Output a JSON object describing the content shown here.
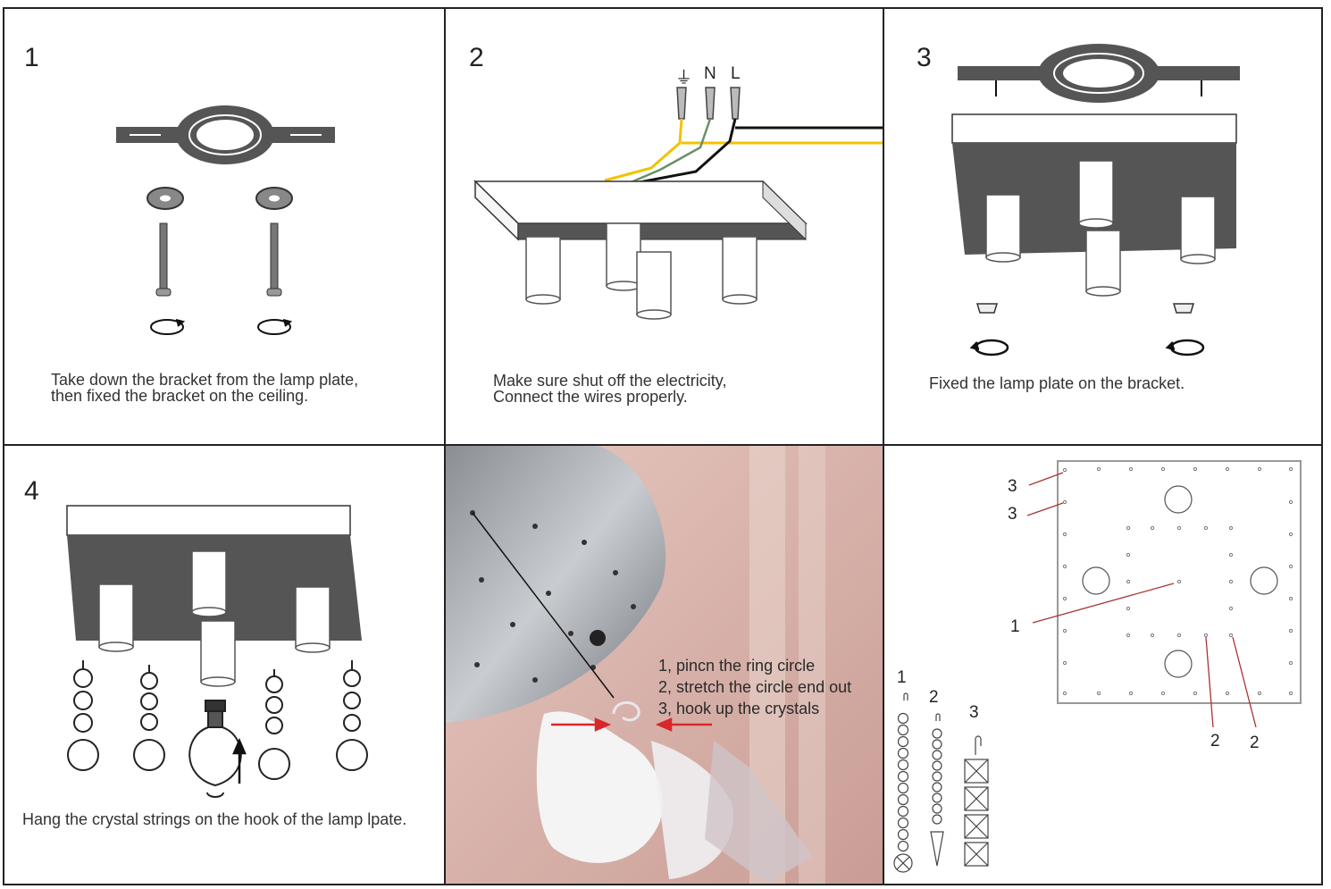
{
  "panels": {
    "p1": {
      "step": "1",
      "caption": "Take down the bracket from the lamp plate,\nthen fixed the bracket on the ceiling."
    },
    "p2": {
      "step": "2",
      "caption": "Make sure shut off the electricity,\nConnect the wires properly.",
      "wire_labels": {
        "ground": "⏚",
        "neutral": "N",
        "live": "L"
      }
    },
    "p3": {
      "step": "3",
      "caption": "Fixed the lamp plate on the bracket."
    },
    "p4": {
      "step": "4",
      "caption": "Hang the crystal strings on the hook of the lamp lpate."
    },
    "p5": {
      "instructions": "1, pincn the ring circle\n2, stretch the circle end out\n3, hook up the crystals"
    },
    "p6": {
      "plate_labels": {
        "a": "3",
        "b": "3",
        "c": "1",
        "d": "2",
        "e": "2"
      },
      "string_labels": {
        "a": "1",
        "b": "2",
        "c": "3"
      }
    }
  },
  "colors": {
    "plate": "#555555",
    "wire_yellow": "#f2c200",
    "wire_green": "#6a8f6a",
    "wire_black": "#111111",
    "arrow_red": "#d9262b",
    "photo_bg": "#d9b3ac"
  }
}
